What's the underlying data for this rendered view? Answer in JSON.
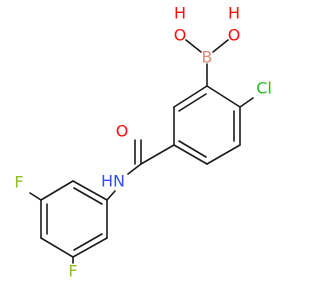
{
  "atoms": {
    "hydroxyl_left_H": "H",
    "hydroxyl_left_O": "O",
    "hydroxyl_right_H": "H",
    "hydroxyl_right_O": "O",
    "boron": "B",
    "chlorine": "Cl",
    "carbonyl_O": "O",
    "amide_N": "N",
    "amide_H": "H",
    "fluorine_top": "F",
    "fluorine_bottom": "F"
  },
  "colors": {
    "oxygen": "#ff0d0d",
    "boron": "#e08c7a",
    "chlorine": "#1fbf1f",
    "nitrogen": "#3050f8",
    "fluorine": "#8fbf1f",
    "bond": "#1a1a1a"
  }
}
